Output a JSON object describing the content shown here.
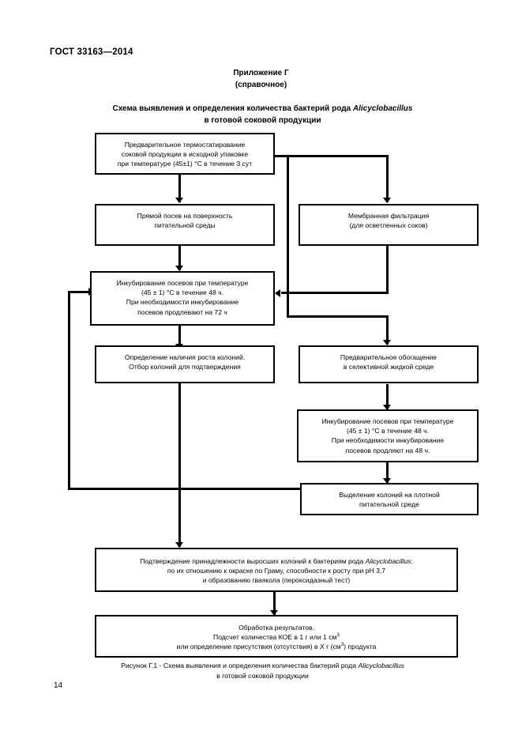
{
  "document": {
    "standard_header": "ГОСТ 33163—2014",
    "page_number": "14"
  },
  "appendix": {
    "label": "Приложение Г",
    "kind": "(справочное)"
  },
  "title": {
    "line1_prefix": "Схема выявления и определения количества бактерий рода ",
    "line1_italic": "Alicyclobacillus",
    "line2": "в готовой соковой продукции"
  },
  "flowchart": {
    "nodes": [
      {
        "id": "preliminary-thermostating",
        "lines": [
          "Предварительное термостатирование",
          "соковой продукции в исходной упаковке",
          "при температуре (45±1) °С в течение 3 сут"
        ]
      },
      {
        "id": "direct-plating",
        "lines": [
          "Прямой посев на поверхность",
          "питательной среды"
        ]
      },
      {
        "id": "membrane-filtration",
        "lines": [
          "Мембранная фильтрация",
          "(для осветленных соков)"
        ]
      },
      {
        "id": "incubation-72",
        "lines": [
          "Инкубирование посевов при температуре",
          "(45 ± 1) °С в течение 48 ч.",
          "При необходимости инкубирование",
          "посевов продлевают на 72 ч"
        ]
      },
      {
        "id": "colony-growth-check",
        "lines": [
          "Определение наличия роста колоний.",
          "Отбор колоний для подтверждения"
        ]
      },
      {
        "id": "preliminary-enrichment",
        "lines": [
          "Предварительное обогащение",
          "в селективной жидкой среде"
        ]
      },
      {
        "id": "incubation-48",
        "lines": [
          "Инкубирование посевов при температуре",
          "(45 ± 1) °С в течение 48 ч.",
          "При необходимости инкубирование",
          "посевов продляют на 48 ч."
        ]
      },
      {
        "id": "colony-isolation",
        "lines": [
          "Выделение колоний на плотной",
          "питательной среде"
        ]
      },
      {
        "id": "confirmation",
        "lines": [
          "Подтверждение принадлежности выросших колоний к бактериям рода Alicyclobacillus:",
          "по их отношению к окраске по Граму, способности к росту при рН 3,7",
          "и образованию гваякола (пероксидазный тест)"
        ],
        "italic_word": "Alicyclobacillus"
      },
      {
        "id": "results-processing",
        "line1": "Обработка результатов.",
        "line2_a": "Подсчет количества КОЕ в 1 г или 1 см",
        "line2_sup": "3",
        "line3_a": "или определение присутствия (отсутствия) в Х г (см",
        "line3_sup": "3",
        "line3_b": ") продукта"
      }
    ]
  },
  "figure_caption": {
    "prefix": "Рисунок Г.1 - Схема выявления и определения количества бактерий рода ",
    "italic": "Alicyclobacillus",
    "line2": "в готовой соковой продукции"
  }
}
